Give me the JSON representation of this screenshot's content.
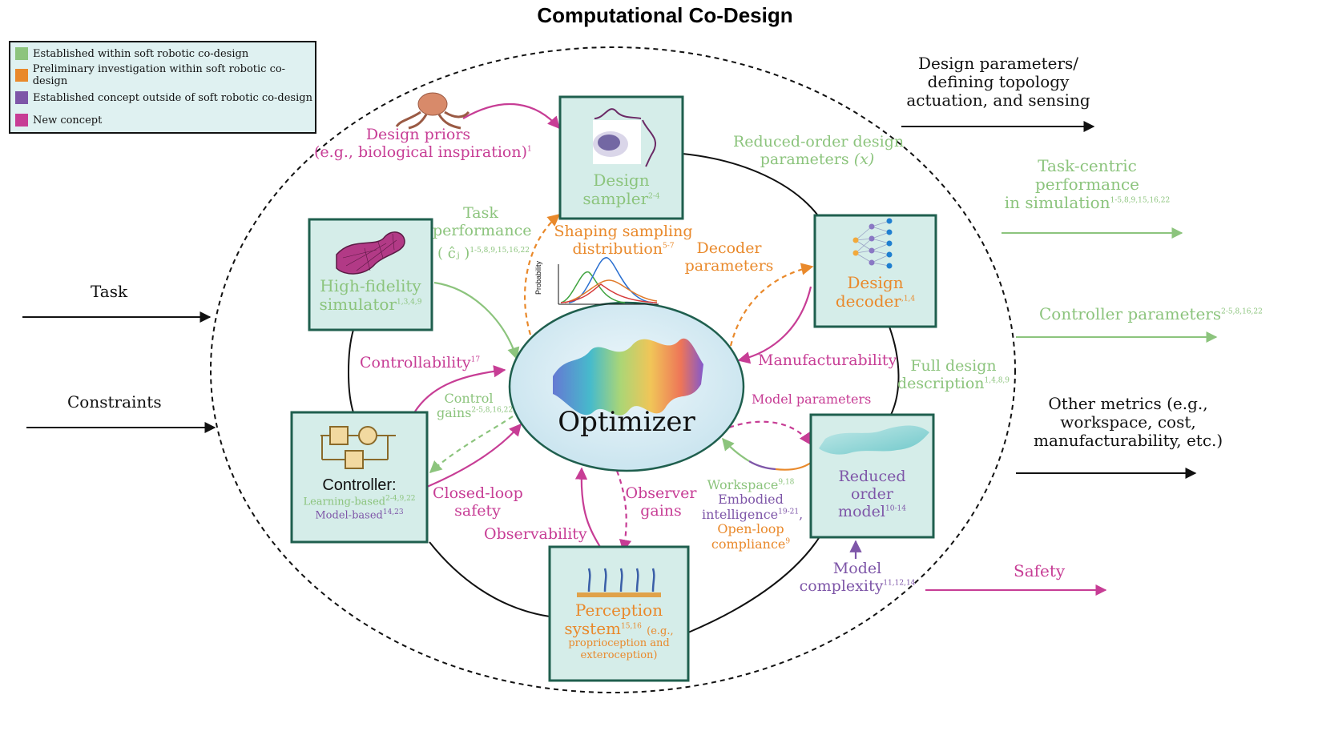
{
  "title": "Computational Co-Design",
  "legend": [
    {
      "label": "Established within soft robotic co-design",
      "color": "#8cc47d"
    },
    {
      "label": "Preliminary investigation within soft robotic co-design",
      "color": "#e9892b"
    },
    {
      "label": "Established concept outside of soft robotic co-design",
      "color": "#7e56a8"
    },
    {
      "label": "New concept",
      "color": "#c73d95"
    }
  ],
  "inputs": {
    "task": "Task",
    "constraints": "Constraints"
  },
  "outputs": {
    "design_params": [
      "Design parameters/",
      "defining topology",
      "actuation, and sensing"
    ],
    "task_centric": [
      "Task-centric",
      "performance",
      "in simulation"
    ],
    "task_centric_refs": "1-5,8,9,15,16,22",
    "controller_params": "Controller parameters",
    "controller_params_refs": "2-5,8,16,22",
    "other_metrics": [
      "Other metrics (e.g.,",
      "workspace, cost,",
      "manufacturability, etc.)"
    ],
    "safety": "Safety"
  },
  "center": {
    "label": "Optimizer"
  },
  "nodes": {
    "design_sampler": {
      "label_1": "Design",
      "label_2": "sampler",
      "refs": "2-4"
    },
    "design_decoder": {
      "label_1": "Design",
      "label_2": "decoder",
      "refs": ",1,4"
    },
    "reduced_order_model": {
      "label_1": "Reduced",
      "label_2": "order",
      "label_3": "model",
      "refs": "10-14"
    },
    "perception_system": {
      "label_1": "Perception",
      "label_2": "system",
      "refs": "15,16",
      "note_1": "(e.g.,",
      "note_2": "proprioception and",
      "note_3": "exteroception)"
    },
    "controller": {
      "label": "Controller:",
      "learning": "Learning-based",
      "learning_refs": "2-4,9,22",
      "model": "Model-based",
      "model_refs": "14,23"
    },
    "simulator": {
      "label_1": "High-fidelity",
      "label_2": "simulator",
      "refs": "1,3,4,9"
    }
  },
  "edges": {
    "design_priors_1": "Design priors",
    "design_priors_2": "(e.g., biological inspiration)",
    "design_priors_refs": "1",
    "reduced_order_design_1": "Reduced-order design",
    "reduced_order_design_2": "parameters",
    "reduced_order_design_var": "(x)",
    "task_performance_1": "Task",
    "task_performance_2": "performance",
    "task_performance_sym": "( ĉⱼ )",
    "task_performance_refs": "1-5,8,9,15,16,22",
    "shaping_1": "Shaping sampling",
    "shaping_2": "distribution",
    "shaping_refs": "5-7",
    "decoder_params_1": "Decoder",
    "decoder_params_2": "parameters",
    "manufacturability": "Manufacturability",
    "full_design_1": "Full design",
    "full_design_2": "description",
    "full_design_refs": "1,4,8,9",
    "controllability": "Controllability",
    "controllability_refs": "17",
    "control_gains_1": "Control",
    "control_gains_2": "gains",
    "control_gains_refs": "2-5,8,16,22",
    "model_parameters": "Model parameters",
    "closed_loop_1": "Closed-loop",
    "closed_loop_2": "safety",
    "observer_1": "Observer",
    "observer_2": "gains",
    "observability": "Observability",
    "workspace": "Workspace",
    "workspace_refs": "9,18",
    "embodied_1": "Embodied",
    "embodied_2": "intelligence",
    "embodied_refs": "19-21",
    "open_loop_1": "Open-loop",
    "open_loop_2": "compliance",
    "open_loop_refs": "9",
    "model_complexity_1": "Model",
    "model_complexity_2": "complexity",
    "model_complexity_refs": "11,12,14"
  },
  "plot": {
    "ylabel": "Probability"
  },
  "colors": {
    "green": "#8cc47d",
    "orange": "#e9892b",
    "purple": "#7e56a8",
    "magenta": "#c73d95",
    "box_fill": "#d5ede9",
    "box_border": "#1f5f4e"
  }
}
